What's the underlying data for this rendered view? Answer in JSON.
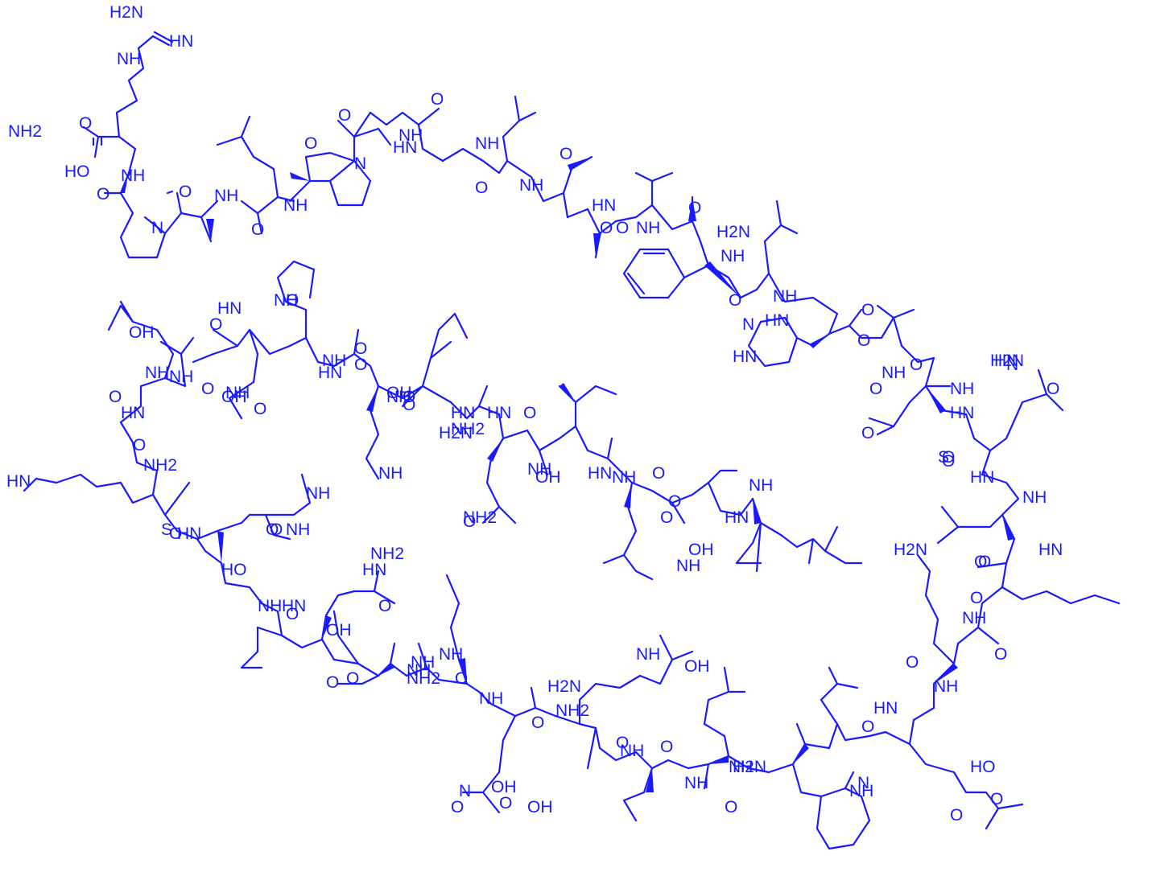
{
  "molecule": {
    "ink_color": "#1a1aff",
    "background": "#ffffff",
    "atom_labels": [
      "H2N",
      "NH",
      "HN",
      "HO",
      "O",
      "NH",
      "N",
      "O",
      "NH",
      "O",
      "NH",
      "O",
      "N",
      "O",
      "HN",
      "O",
      "O",
      "NH",
      "NH",
      "O",
      "NH",
      "HN",
      "O",
      "O",
      "NH",
      "O",
      "H2N",
      "O",
      "NH",
      "O",
      "NH",
      "HN",
      "O",
      "N",
      "HN",
      "NH",
      "O",
      "HN",
      "NH",
      "O",
      "N",
      "HN",
      "O",
      "H2N",
      "O",
      "O",
      "O",
      "S",
      "HN",
      "O",
      "NH",
      "O",
      "HN",
      "O",
      "H2N",
      "O",
      "NH",
      "O",
      "NH",
      "O",
      "HN",
      "O",
      "HO",
      "O",
      "O",
      "NH",
      "N",
      "NH",
      "H2N",
      "O",
      "NH",
      "O",
      "O",
      "NH",
      "NH",
      "OH",
      "H2N",
      "NH2",
      "O",
      "OH",
      "OH",
      "O",
      "NH",
      "O",
      "N",
      "NH",
      "O",
      "NH",
      "NH",
      "NH2",
      "O",
      "O",
      "OH",
      "HN",
      "NH2",
      "O",
      "HN",
      "O",
      "NH",
      "HO",
      "O",
      "S",
      "HN",
      "O",
      "O",
      "NH",
      "NH",
      "HN",
      "NH2",
      "O",
      "HN",
      "O",
      "NH",
      "OH",
      "NH",
      "O",
      "NH",
      "OH",
      "O",
      "HN",
      "O",
      "NH",
      "O",
      "NH",
      "HN",
      "O",
      "O",
      "NH",
      "OH",
      "NH",
      "O",
      "O",
      "HN",
      "HN",
      "NH2",
      "H2N",
      "NH2",
      "O",
      "O",
      "NH",
      "OH",
      "HN",
      "NH",
      "O",
      "O",
      "NH",
      "OH",
      "O",
      "HN",
      "NH",
      "NH2"
    ]
  }
}
